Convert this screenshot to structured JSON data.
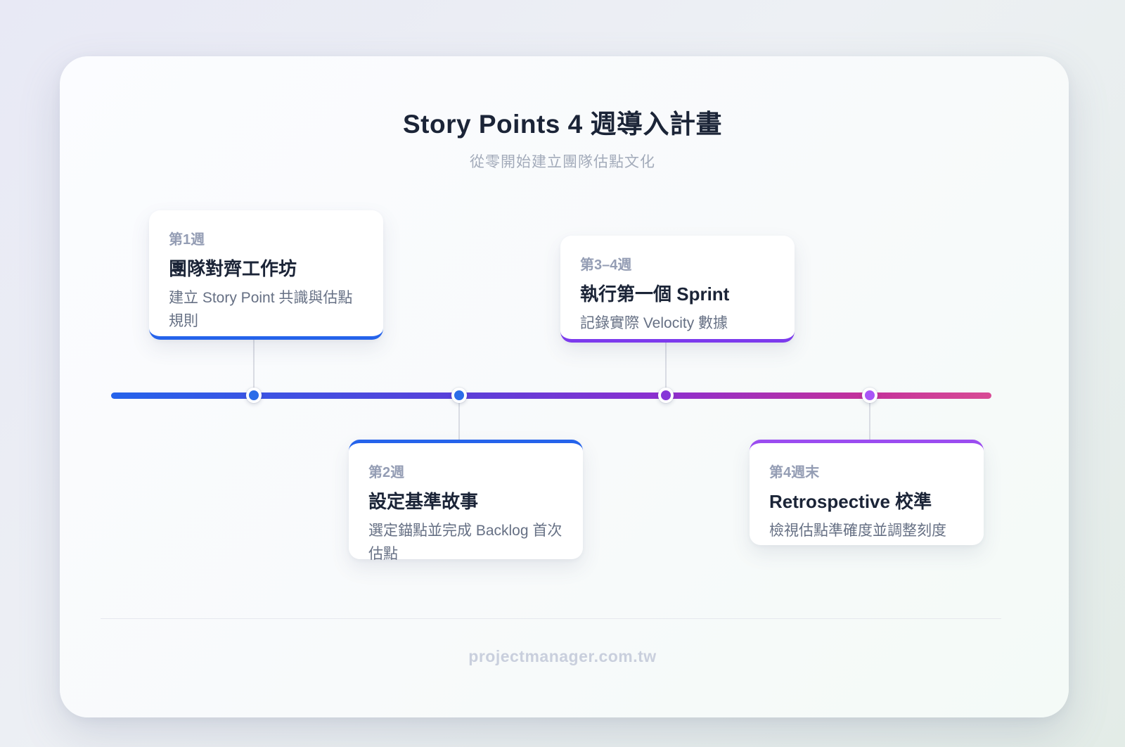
{
  "header": {
    "title": "Story Points 4 週導入計畫",
    "subtitle": "從零開始建立團隊估點文化"
  },
  "footer": {
    "site": "projectmanager.com.tw"
  },
  "colors": {
    "accent_blue": "#2563eb",
    "accent_purple": "#7c3aed",
    "accent_violet": "#9b4cf0",
    "dot_blue": "#2b6ce8",
    "dot_purple": "#8636d8",
    "dot_violet": "#a855f7",
    "timeline_gradient": [
      "#2563eb 0%",
      "#5b3fd9 40%",
      "#8c2fd0 62%",
      "#c2309c 85%",
      "#d84b95 100%"
    ]
  },
  "timeline": {
    "milestones": [
      {
        "week": "第1週",
        "title": "團隊對齊工作坊",
        "description": "建立 Story Point 共識與估點規則",
        "side": "above",
        "accent": "#2563eb",
        "dot": "#2b6ce8"
      },
      {
        "week": "第2週",
        "title": "設定基準故事",
        "description": "選定錨點並完成 Backlog 首次估點",
        "side": "below",
        "accent": "#2563eb",
        "dot": "#2b6ce8"
      },
      {
        "week": "第3–4週",
        "title": "執行第一個 Sprint",
        "description": "記錄實際 Velocity 數據",
        "side": "above",
        "accent": "#7c3aed",
        "dot": "#8636d8"
      },
      {
        "week": "第4週末",
        "title": "Retrospective 校準",
        "description": "檢視估點準確度並調整刻度",
        "side": "below",
        "accent": "#9b4cf0",
        "dot": "#a855f7"
      }
    ]
  }
}
